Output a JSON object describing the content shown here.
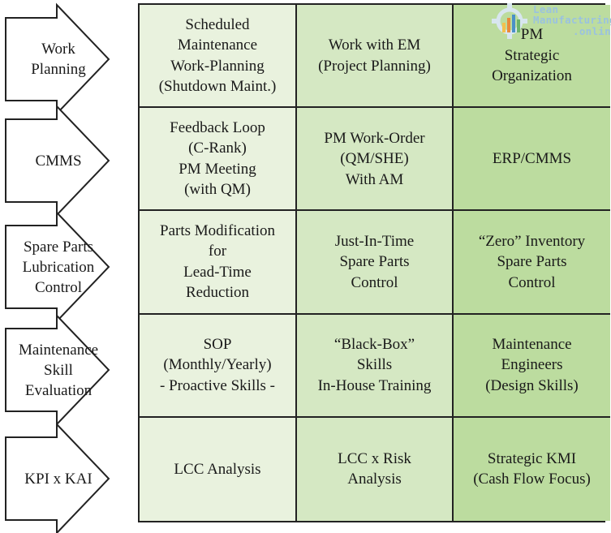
{
  "watermark": {
    "line1": "Lean",
    "line2": "Manufacturing",
    "line3": ".online"
  },
  "rows": [
    {
      "label": "Work\nPlanning",
      "cells": [
        "Scheduled\nMaintenance\nWork-Planning\n(Shutdown Maint.)",
        "Work with EM\n(Project Planning)",
        "PM\nStrategic\nOrganization"
      ]
    },
    {
      "label": "CMMS",
      "cells": [
        "Feedback Loop\n(C-Rank)\nPM Meeting\n(with QM)",
        "PM Work-Order\n(QM/SHE)\nWith AM",
        "ERP/CMMS"
      ]
    },
    {
      "label": "Spare Parts\nLubrication\nControl",
      "cells": [
        "Parts Modification\nfor\nLead-Time\nReduction",
        "Just-In-Time\nSpare Parts\nControl",
        "“Zero” Inventory\nSpare Parts\nControl"
      ]
    },
    {
      "label": "Maintenance\nSkill\nEvaluation",
      "cells": [
        "SOP\n(Monthly/Yearly)\n- Proactive Skills -",
        "“Black-Box”\nSkills\nIn-House Training",
        "Maintenance\nEngineers\n(Design Skills)"
      ]
    },
    {
      "label": "KPI x KAI",
      "cells": [
        "LCC Analysis",
        "LCC x Risk\nAnalysis",
        "Strategic KMI\n(Cash Flow Focus)"
      ]
    }
  ]
}
